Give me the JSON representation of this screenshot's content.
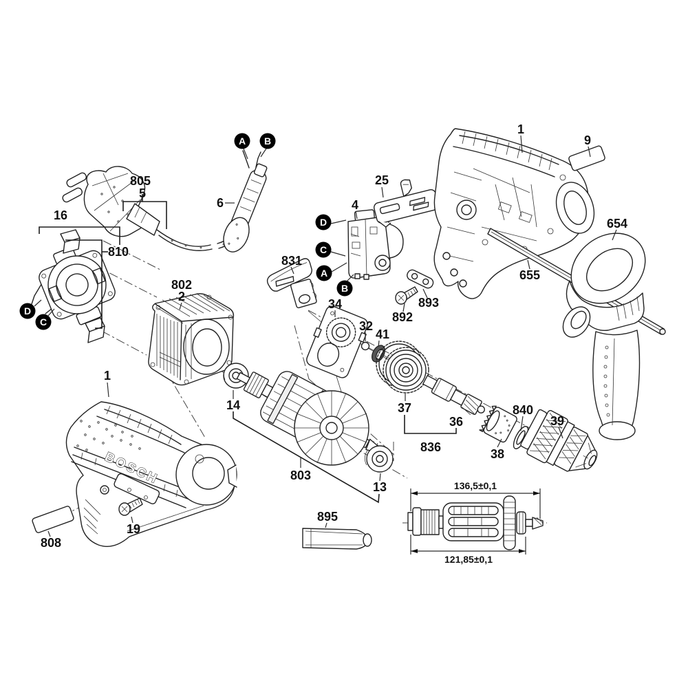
{
  "diagram": {
    "type": "exploded-parts-diagram",
    "product": "hammer drill",
    "colors": {
      "line": "#222222",
      "background": "#ffffff",
      "callout_bg": "#000000",
      "callout_text": "#ffffff"
    }
  },
  "brand": {
    "logo": "BOSCH"
  },
  "labels": {
    "n805": "805",
    "n5": "5",
    "n16": "16",
    "n810": "810",
    "n6": "6",
    "n802": "802",
    "n2": "2",
    "n1l": "1",
    "n1r": "1",
    "n9": "9",
    "n654": "654",
    "n655": "655",
    "n25": "25",
    "n4": "4",
    "n831": "831",
    "n893": "893",
    "n892": "892",
    "n34": "34",
    "n32": "32",
    "n41": "41",
    "n37": "37",
    "n36": "36",
    "n836": "836",
    "n38": "38",
    "n840": "840",
    "n39": "39",
    "n14": "14",
    "n803": "803",
    "n13": "13",
    "n19": "19",
    "n808": "808",
    "n895": "895"
  },
  "callouts": {
    "aTop": "A",
    "bTop": "B",
    "dLeft": "D",
    "cLeft": "C",
    "dSwitch": "D",
    "cSwitch": "C",
    "aSwitch": "A",
    "bSwitch": "B"
  },
  "dimensions": {
    "top": "136,5±0,1",
    "bottom": "121,85±0,1"
  }
}
